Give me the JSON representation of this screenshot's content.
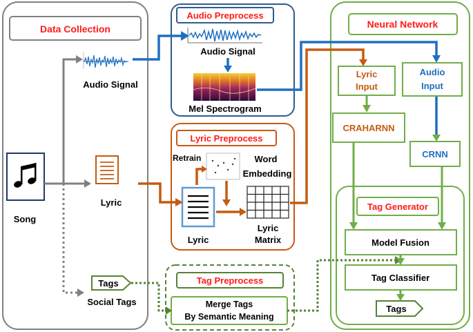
{
  "sections": {
    "data_collection": {
      "title": "Data Collection"
    },
    "audio_preprocess": {
      "title": "Audio Preprocess"
    },
    "lyric_preprocess": {
      "title": "Lyric Preprocess"
    },
    "tag_preprocess": {
      "title": "Tag Preprocess"
    },
    "neural_network": {
      "title": "Neural Network"
    },
    "tag_generator": {
      "title": "Tag Generator"
    }
  },
  "labels": {
    "song": "Song",
    "audio_signal": "Audio Signal",
    "lyric": "Lyric",
    "social_tags": "Social Tags",
    "tags": "Tags",
    "audio_signal_pre": "Audio Signal",
    "mel_spectrogram": "Mel Spectrogram",
    "retrain": "Retrain",
    "word": "Word",
    "embedding": "Embedding",
    "lyric_pre": "Lyric",
    "lyric_matrix_line1": "Lyric",
    "lyric_matrix_line2": "Matrix",
    "merge_line1": "Merge Tags",
    "merge_line2": "By Semantic Meaning",
    "lyric_input_line1": "Lyric",
    "lyric_input_line2": "Input",
    "audio_input_line1": "Audio",
    "audio_input_line2": "Input",
    "craharnn": "CRAHARNN",
    "crnn": "CRNN",
    "model_fusion": "Model Fusion",
    "tag_classifier": "Tag Classifier",
    "tags_out": "Tags"
  },
  "colors": {
    "gray": "#808080",
    "red": "#ff1a1a",
    "blue": "#1f6fc0",
    "orange": "#c55a11",
    "green": "#70ad47",
    "dark_green": "#548235",
    "navy": "#1f3864"
  },
  "icons": [
    "music-note-icon",
    "document-icon",
    "waveform-icon",
    "spectrogram-icon",
    "scatter-plot-icon",
    "grid-matrix-icon",
    "tag-icon"
  ]
}
